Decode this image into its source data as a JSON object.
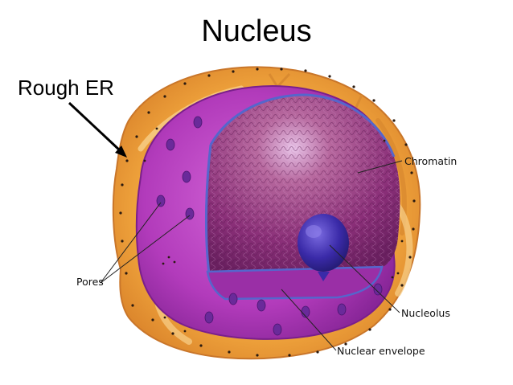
{
  "title": "Nucleus",
  "labels": {
    "rough_er": "Rough ER",
    "chromatin": "Chromatin",
    "pores": "Pores",
    "nucleolus": "Nucleolus",
    "nuclear_envelope": "Nuclear envelope"
  },
  "colors": {
    "er_orange": "#f0a33a",
    "envelope_magenta": "#b03ab8",
    "envelope_dark": "#6e1a80",
    "chromatin_purple": "#8a2d7a",
    "nucleolus_blue": "#3a2aa8",
    "pore_purple": "#6a2a9a"
  }
}
